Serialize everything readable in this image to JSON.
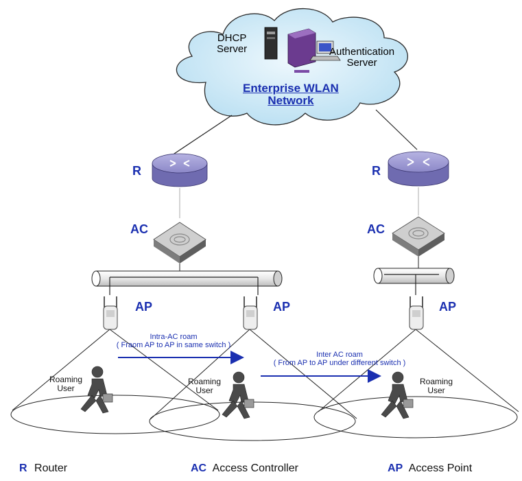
{
  "cloud": {
    "network_line1": "Enterprise WLAN",
    "network_line2": "Network",
    "dhcp_line1": "DHCP",
    "dhcp_line2": "Server",
    "auth_line1": "Authentication",
    "auth_line2": "Server"
  },
  "left_branch": {
    "router_label": "R",
    "ac_label": "AC",
    "ap1_label": "AP",
    "ap2_label": "AP"
  },
  "right_branch": {
    "router_label": "R",
    "ac_label": "AC",
    "ap_label": "AP"
  },
  "roams": {
    "intra_line1": "Intra-AC roam",
    "intra_line2": "( Fraom AP to AP in same switch )",
    "inter_line1": "Inter AC roam",
    "inter_line2": "( From AP to AP under different switch )"
  },
  "users": [
    {
      "line1": "Roaming",
      "line2": "User"
    },
    {
      "line1": "Roaming",
      "line2": "User"
    },
    {
      "line1": "Roaming",
      "line2": "User"
    }
  ],
  "legend": [
    {
      "abbr": "R",
      "text": "Router"
    },
    {
      "abbr": "AC",
      "text": "Access Controller"
    },
    {
      "abbr": "AP",
      "text": "Access Point"
    }
  ],
  "colors": {
    "cloud_fill": "#cfeaf7",
    "router_fill": "#8c88c8",
    "ac_fill": "#9a9a9a",
    "arrow": "#1a2fb0",
    "label_blue": "#1a2fb0"
  }
}
